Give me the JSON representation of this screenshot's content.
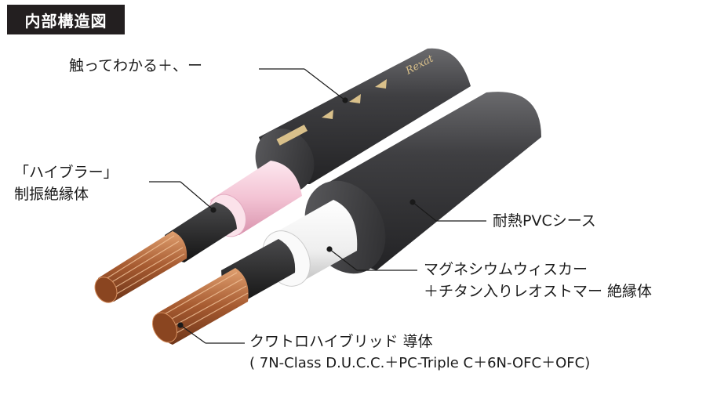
{
  "header": {
    "title": "内部構造図"
  },
  "logo": "Rexat",
  "labels": {
    "touch": "触ってわかる＋、ー",
    "hibrar_line1": "「ハイブラー」",
    "hibrar_line2": "制振絶縁体",
    "pvc": "耐熱PVCシース",
    "mag_line1": "マグネシウムウィスカー",
    "mag_line2": "＋チタン入りレオストマー 絶縁体",
    "cond_line1": "クワトロハイブリッド 導体",
    "cond_line2": "( 7N-Class D.U.C.C.＋PC-Triple C＋6N-OFC＋OFC)"
  },
  "colors": {
    "sheath": "#3a3a3c",
    "insulator_pink": "#f4c6d6",
    "insulator_white": "#f2f2f2",
    "inner_black": "#1e1e1e",
    "copper": "#b0643a",
    "marking": "#d9c08a"
  }
}
